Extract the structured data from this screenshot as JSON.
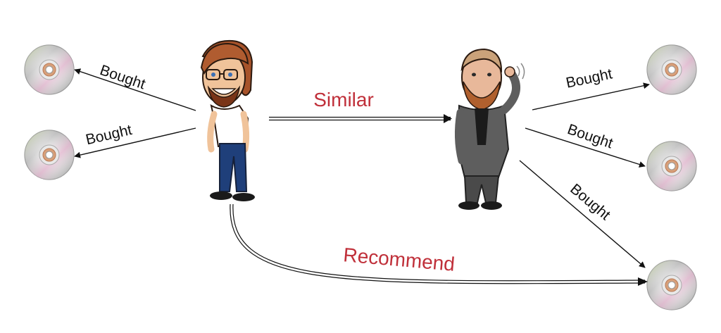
{
  "labels": {
    "left_bought_top": "Bought",
    "left_bought_bottom": "Bought",
    "similar": "Similar",
    "right_bought_top": "Bought",
    "right_bought_middle": "Bought",
    "right_bought_bottom": "Bought",
    "recommend": "Recommend"
  },
  "colors": {
    "relation_text": "#c0303a",
    "arrow": "#111111",
    "disc_silver": "#c9c9c9"
  },
  "icons": [
    "cd-disc-icon",
    "person-avatar-icon"
  ]
}
